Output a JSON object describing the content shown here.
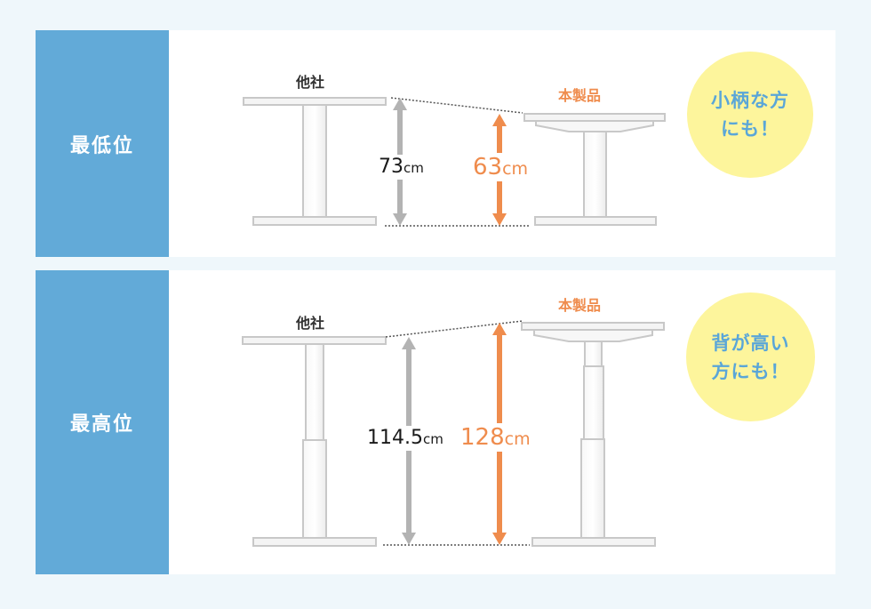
{
  "panels": [
    {
      "label": "最低位",
      "competitor_label": "他社",
      "product_label": "本製品",
      "competitor_height": {
        "value": "73",
        "unit": "cm"
      },
      "product_height": {
        "value": "63",
        "unit": "cm"
      },
      "bubble": {
        "line1": "小柄な方",
        "line2": "にも！"
      }
    },
    {
      "label": "最高位",
      "competitor_label": "他社",
      "product_label": "本製品",
      "competitor_height": {
        "value": "114.5",
        "unit": "cm"
      },
      "product_height": {
        "value": "128",
        "unit": "cm"
      },
      "bubble": {
        "line1": "背が高い",
        "line2": "方にも！"
      }
    }
  ],
  "colors": {
    "background": "#eff7fb",
    "label_block": "#62aad8",
    "accent_orange": "#ef8c4d",
    "arrow_gray": "#b3b3b3",
    "bubble_fill": "#fdf59c",
    "bubble_text": "#5aa6d8"
  }
}
